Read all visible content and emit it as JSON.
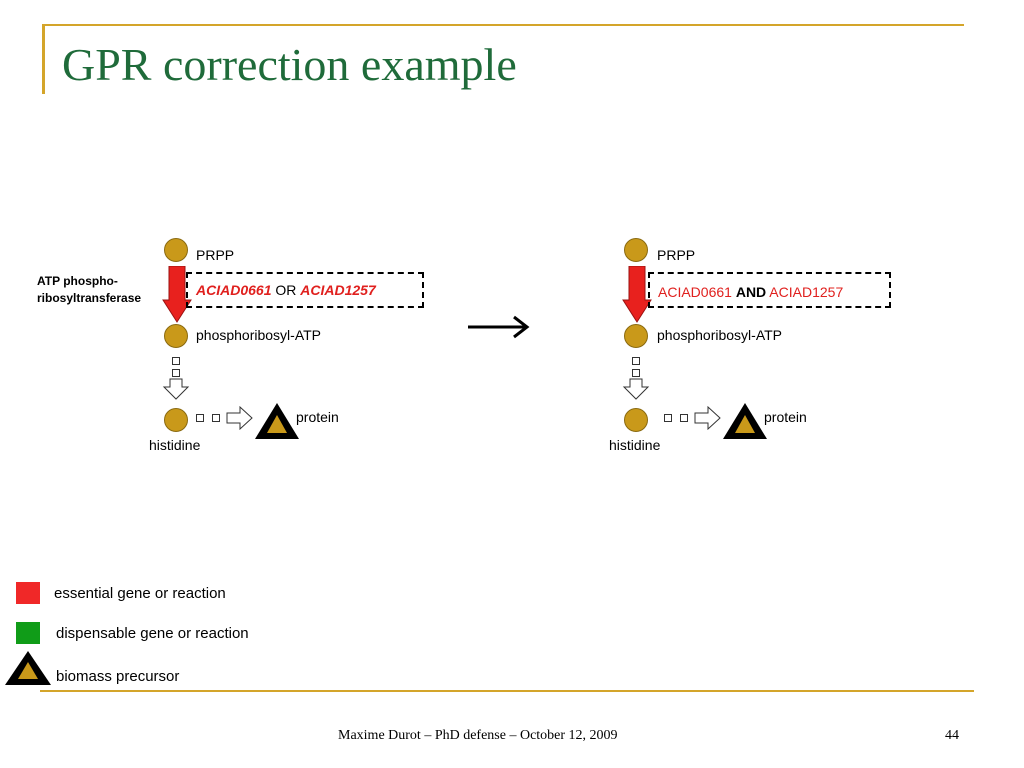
{
  "slide": {
    "title": "GPR correction example",
    "footer": "Maxime Durot – PhD defense – October 12, 2009",
    "page_number": "44"
  },
  "left_panel": {
    "enzyme_label_line1": "ATP phospho-",
    "enzyme_label_line2": "ribosyltransferase",
    "metabolite_top": "PRPP",
    "metabolite_mid": "phosphoribosyl-ATP",
    "metabolite_bottom": "histidine",
    "product": "protein",
    "gpr": {
      "gene1": "ACIAD0661",
      "operator": "OR",
      "gene2": "ACIAD1257"
    }
  },
  "right_panel": {
    "metabolite_top": "PRPP",
    "metabolite_mid": "phosphoribosyl-ATP",
    "metabolite_bottom": "histidine",
    "product": "protein",
    "gpr": {
      "gene1": "ACIAD0661",
      "operator": "AND",
      "gene2": "ACIAD1257"
    }
  },
  "legend": {
    "essential": "essential gene or reaction",
    "dispensable": "dispensable gene or reaction",
    "biomass": "biomass precursor"
  },
  "colors": {
    "title": "#1f6b3a",
    "accent_rule": "#d4a52a",
    "essential": "#f02828",
    "dispensable": "#109c18",
    "metabolite": "#c9991a",
    "gene_text": "#e0201e"
  }
}
